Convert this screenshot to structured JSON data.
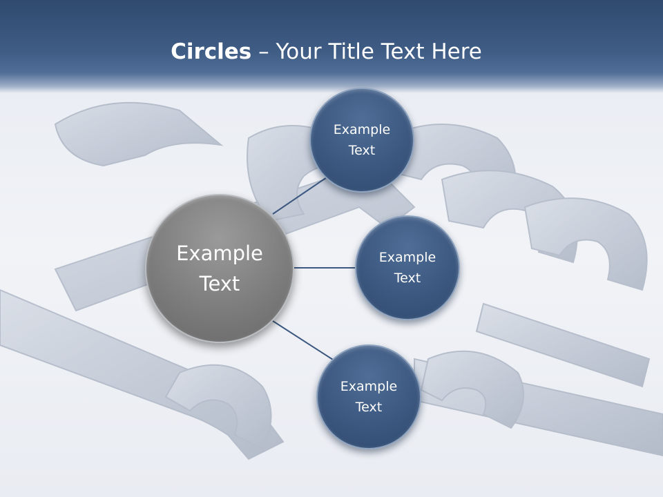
{
  "slide": {
    "title_bold": "Circles",
    "title_rest": " – Your Title Text Here",
    "center_circle": "Example\nText",
    "outer_circles": [
      "Example\nText",
      "Example\nText",
      "Example\nText"
    ]
  },
  "colors": {
    "header": "#3f5c85",
    "small_circle": "#3c5880",
    "big_circle": "#7d7d7d",
    "connector": "#3c5880",
    "text": "#ffffff"
  },
  "icons": {
    "background": "wrenches-photo"
  }
}
